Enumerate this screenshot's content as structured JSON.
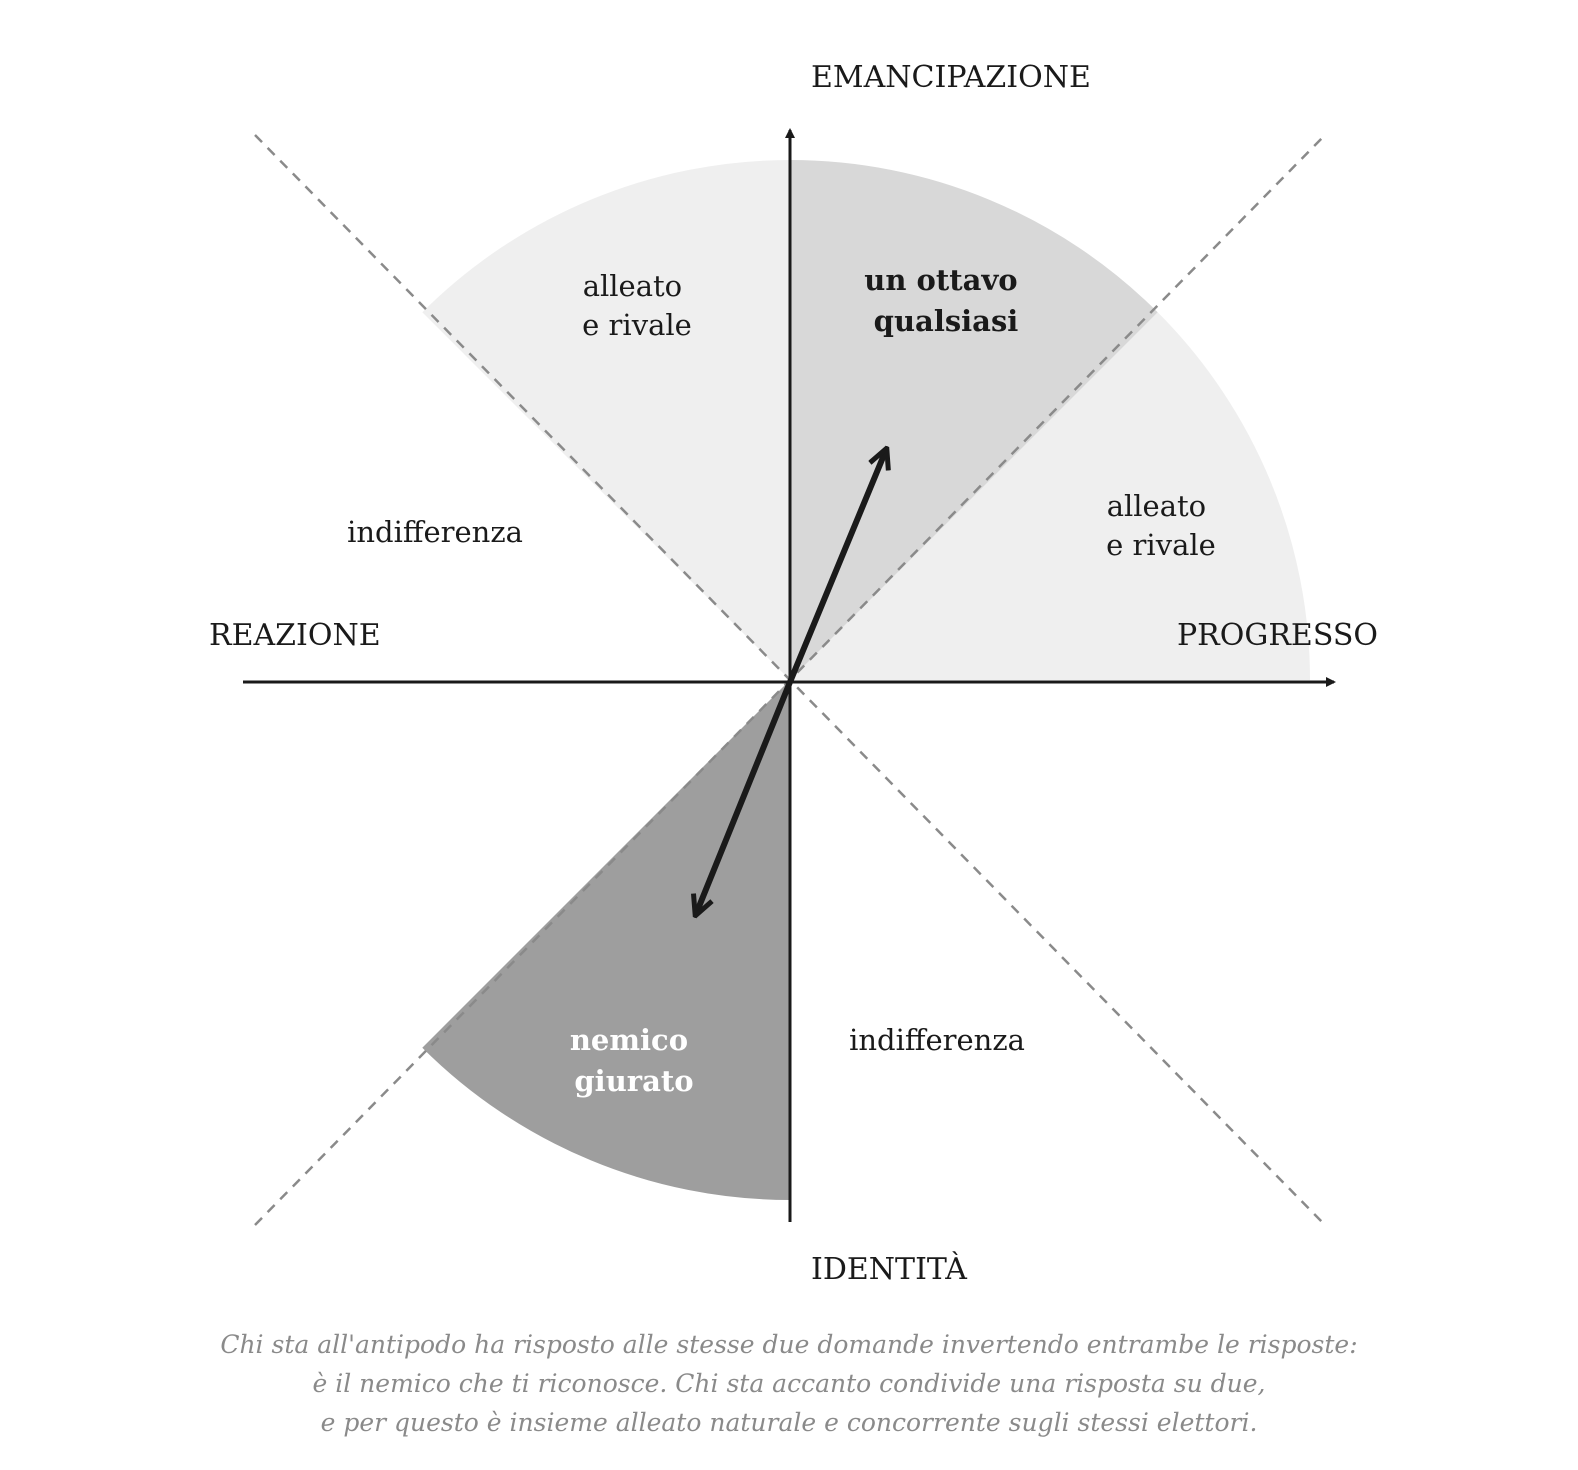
{
  "axes": {
    "top": "EMANCIPAZIONE",
    "bottom": "IDENTITÀ",
    "left": "REAZIONE",
    "right": "PROGRESSO"
  },
  "regions": {
    "focus": [
      "un ottavo",
      "qualsiasi"
    ],
    "neighbor_left": [
      "alleato",
      "e rivale"
    ],
    "neighbor_right": [
      "alleato",
      "e rivale"
    ],
    "indifference_left": "indifferenza",
    "indifference_right": "indifferenza",
    "antipode": [
      "nemico",
      "giurato"
    ]
  },
  "colors": {
    "focus": "#d8d8d8",
    "neighbor": "#efefef",
    "antipode": "#9e9e9e",
    "axis": "#1a1a1a",
    "divider": "#8a8a8a",
    "caption": "#8a8a8a"
  },
  "caption": [
    "Chi sta all'antipodo ha risposto alle stesse due domande invertendo entrambe le risposte:",
    "è il nemico che ti riconosce. Chi sta accanto condivide una risposta su due,",
    "e per questo è insieme alleato naturale e concorrente sugli stessi elettori."
  ]
}
